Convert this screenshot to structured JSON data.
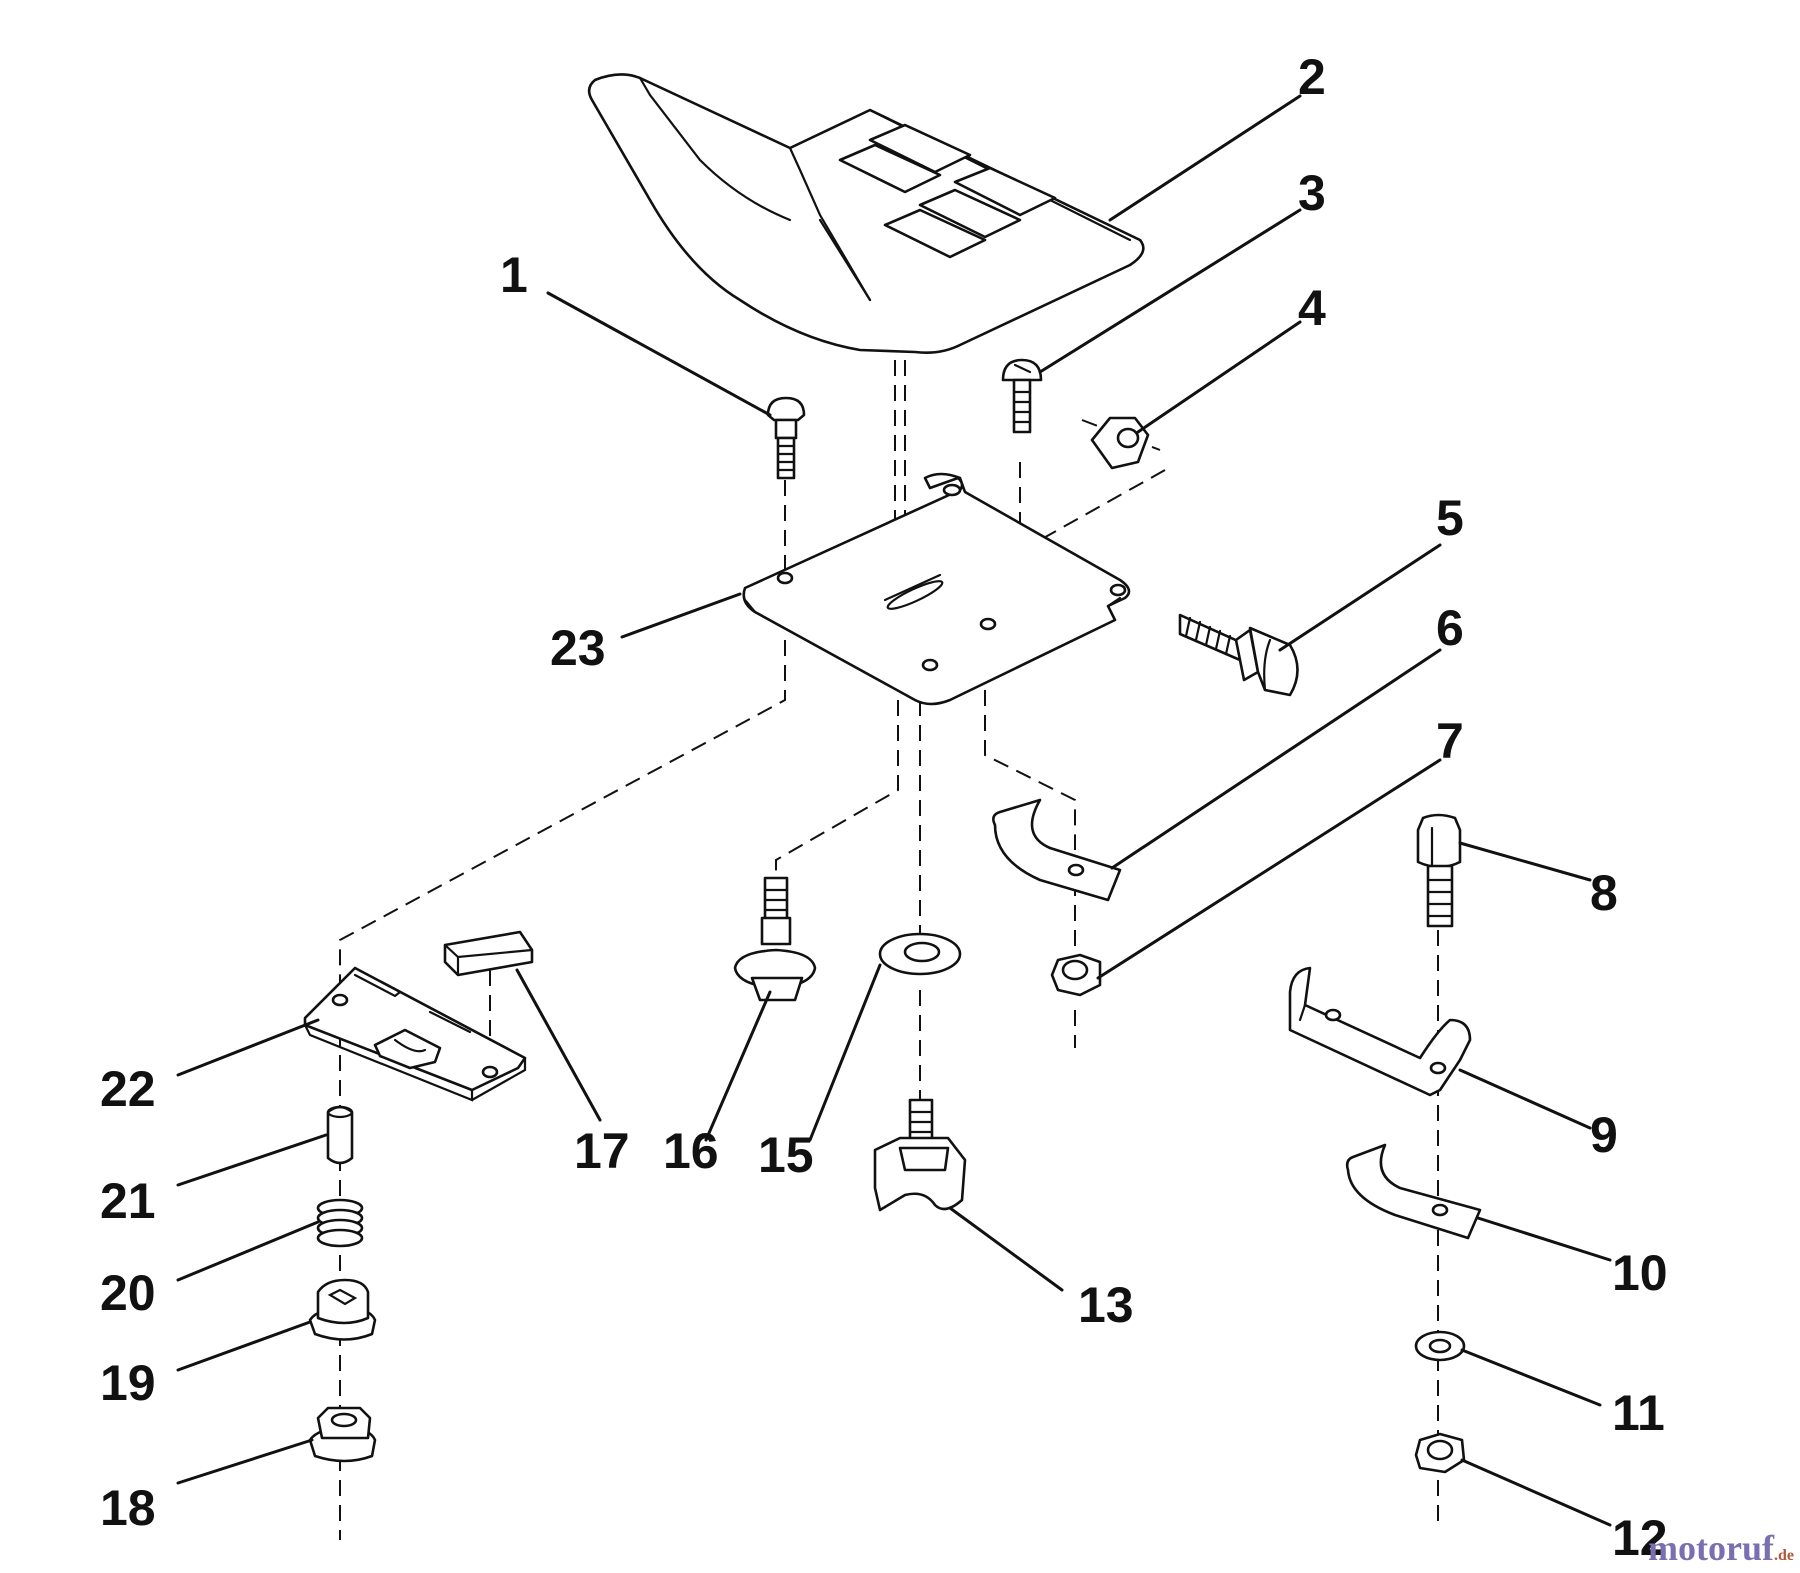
{
  "diagram": {
    "callouts": [
      {
        "id": "1",
        "label": "1"
      },
      {
        "id": "2",
        "label": "2"
      },
      {
        "id": "3",
        "label": "3"
      },
      {
        "id": "4",
        "label": "4"
      },
      {
        "id": "5",
        "label": "5"
      },
      {
        "id": "6",
        "label": "6"
      },
      {
        "id": "7",
        "label": "7"
      },
      {
        "id": "8",
        "label": "8"
      },
      {
        "id": "9",
        "label": "9"
      },
      {
        "id": "10",
        "label": "10"
      },
      {
        "id": "11",
        "label": "11"
      },
      {
        "id": "12",
        "label": "12"
      },
      {
        "id": "13",
        "label": "13"
      },
      {
        "id": "15",
        "label": "15"
      },
      {
        "id": "16",
        "label": "16"
      },
      {
        "id": "17",
        "label": "17"
      },
      {
        "id": "18",
        "label": "18"
      },
      {
        "id": "19",
        "label": "19"
      },
      {
        "id": "20",
        "label": "20"
      },
      {
        "id": "21",
        "label": "21"
      },
      {
        "id": "22",
        "label": "22"
      },
      {
        "id": "23",
        "label": "23"
      }
    ]
  },
  "watermark": {
    "text": "motoruf",
    "suffix": ".de"
  }
}
